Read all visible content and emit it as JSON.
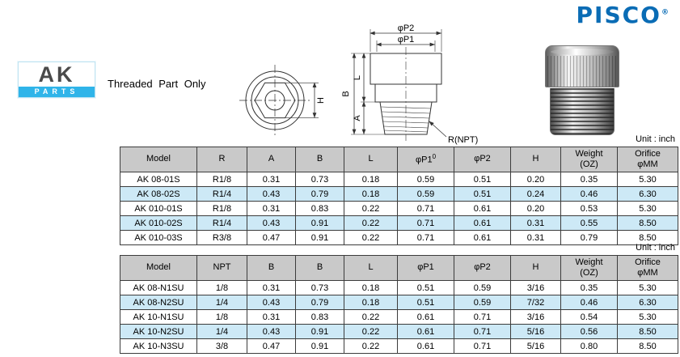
{
  "brand": {
    "logo": "PISCO",
    "registered": "®"
  },
  "badge": {
    "title": "AK",
    "subtitle": "PARTS"
  },
  "note": "Threaded Part Only",
  "unit_label": "Unit : inch",
  "diagram": {
    "labels": {
      "p2": "φP2",
      "p1": "φP1",
      "b": "B",
      "l": "L",
      "a": "A",
      "h": "H",
      "r": "R(NPT)"
    }
  },
  "colors": {
    "brand_blue": "#0a6cb5",
    "accent_cyan": "#2fb4e9",
    "header_gray": "#c9c9c9",
    "row_highlight": "#cde9f6"
  },
  "tables": [
    {
      "columns": [
        {
          "label": "Model"
        },
        {
          "label": "R"
        },
        {
          "label": "A"
        },
        {
          "label": "B"
        },
        {
          "label": "L"
        },
        {
          "label": "φP1",
          "sup": "0"
        },
        {
          "label": "φP2"
        },
        {
          "label": "H"
        },
        {
          "label": "Weight",
          "label2": "(OZ)"
        },
        {
          "label": "Orifice",
          "label2": "φMM"
        }
      ],
      "rows": [
        {
          "highlight": false,
          "cells": [
            "AK 08-01S",
            "R1/8",
            "0.31",
            "0.73",
            "0.18",
            "0.59",
            "0.51",
            "0.20",
            "0.35",
            "5.30"
          ]
        },
        {
          "highlight": true,
          "cells": [
            "AK 08-02S",
            "R1/4",
            "0.43",
            "0.79",
            "0.18",
            "0.59",
            "0.51",
            "0.24",
            "0.46",
            "6.30"
          ]
        },
        {
          "highlight": false,
          "cells": [
            "AK 010-01S",
            "R1/8",
            "0.31",
            "0.83",
            "0.22",
            "0.71",
            "0.61",
            "0.20",
            "0.53",
            "5.30"
          ]
        },
        {
          "highlight": true,
          "cells": [
            "AK 010-02S",
            "R1/4",
            "0.43",
            "0.91",
            "0.22",
            "0.71",
            "0.61",
            "0.31",
            "0.55",
            "8.50"
          ]
        },
        {
          "highlight": false,
          "cells": [
            "AK 010-03S",
            "R3/8",
            "0.47",
            "0.91",
            "0.22",
            "0.71",
            "0.61",
            "0.31",
            "0.79",
            "8.50"
          ]
        }
      ]
    },
    {
      "columns": [
        {
          "label": "Model"
        },
        {
          "label": "NPT"
        },
        {
          "label": "B"
        },
        {
          "label": "B"
        },
        {
          "label": "L"
        },
        {
          "label": "φP1"
        },
        {
          "label": "φP2"
        },
        {
          "label": "H"
        },
        {
          "label": "Weight",
          "label2": "(OZ)"
        },
        {
          "label": "Orifice",
          "label2": "φMM"
        }
      ],
      "rows": [
        {
          "highlight": false,
          "cells": [
            "AK 08-N1SU",
            "1/8",
            "0.31",
            "0.73",
            "0.18",
            "0.51",
            "0.59",
            "3/16",
            "0.35",
            "5.30"
          ]
        },
        {
          "highlight": true,
          "cells": [
            "AK 08-N2SU",
            "1/4",
            "0.43",
            "0.79",
            "0.18",
            "0.51",
            "0.59",
            "7/32",
            "0.46",
            "6.30"
          ]
        },
        {
          "highlight": false,
          "cells": [
            "AK 10-N1SU",
            "1/8",
            "0.31",
            "0.83",
            "0.22",
            "0.61",
            "0.71",
            "3/16",
            "0.54",
            "5.30"
          ]
        },
        {
          "highlight": true,
          "cells": [
            "AK 10-N2SU",
            "1/4",
            "0.43",
            "0.91",
            "0.22",
            "0.61",
            "0.71",
            "5/16",
            "0.56",
            "8.50"
          ]
        },
        {
          "highlight": false,
          "cells": [
            "AK 10-N3SU",
            "3/8",
            "0.47",
            "0.91",
            "0.22",
            "0.61",
            "0.71",
            "5/16",
            "0.80",
            "8.50"
          ]
        }
      ]
    }
  ]
}
